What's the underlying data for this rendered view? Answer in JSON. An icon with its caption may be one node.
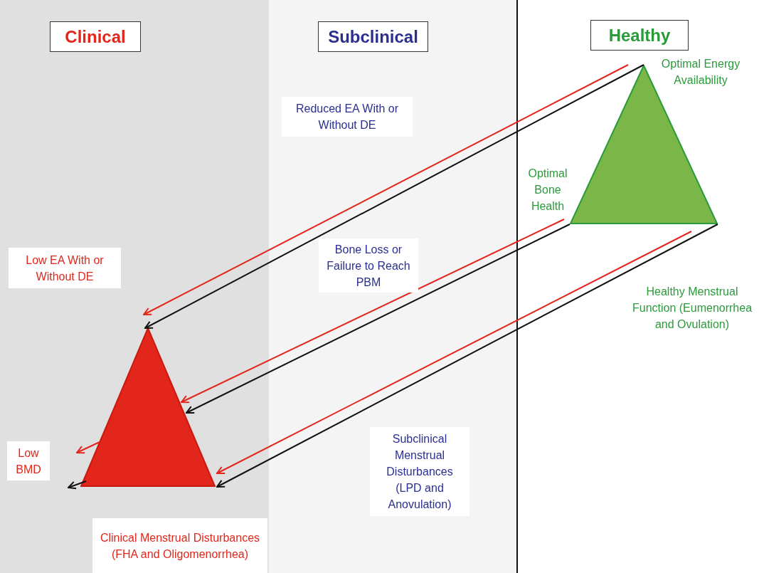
{
  "diagram": {
    "nodes": [
      {
        "text": [
          "Clinical"
        ]
      },
      {
        "text": [
          "Subclinical"
        ]
      },
      {
        "text": [
          "Healthy"
        ]
      },
      {
        "text": [],
        "shape": "triangle",
        "beside": [
          "Optimal Energy Availability",
          "Optimal Bone Health"
        ]
      },
      {
        "text": [
          "Reduced EA With or Without DE"
        ]
      },
      {
        "text": [
          "Low EA With or Without DE"
        ]
      },
      {
        "text": [
          "Bone Loss or Failure to Reach PBM"
        ]
      },
      {
        "text": [],
        "shape": "triangle"
      },
      {
        "text": [
          "Subclinical Menstrual Disturbances (LPD and Anovulation)"
        ]
      },
      {
        "text": [
          "Low BMD"
        ]
      },
      {
        "text": [
          "Clinical Menstrual Disturbances (FHA and Oligomenorrhea)"
        ]
      }
    ],
    "edges": [
      {
        "from": 3,
        "to": 7,
        "arrow": "to",
        "color": "#e3261b"
      },
      {
        "from": 3,
        "to": 7,
        "arrow": "to",
        "color": "#111111"
      },
      {
        "from": 3,
        "to": 7,
        "arrow": "to",
        "color": "#e3261b"
      },
      {
        "from": 3,
        "to": 7,
        "arrow": "to",
        "color": "#111111"
      },
      {
        "from": 3,
        "to": 7,
        "arrow": "to",
        "color": "#e3261b"
      },
      {
        "from": 3,
        "to": 7,
        "arrow": "to",
        "color": "#111111"
      },
      {
        "from": 7,
        "to": null,
        "arrow": "to",
        "color": "#e3261b"
      },
      {
        "from": 7,
        "to": null,
        "arrow": "to",
        "color": "#111111"
      }
    ],
    "labels": [
      "Healthy Menstrual Function (Eumenorrhea and Ovulation)"
    ]
  }
}
